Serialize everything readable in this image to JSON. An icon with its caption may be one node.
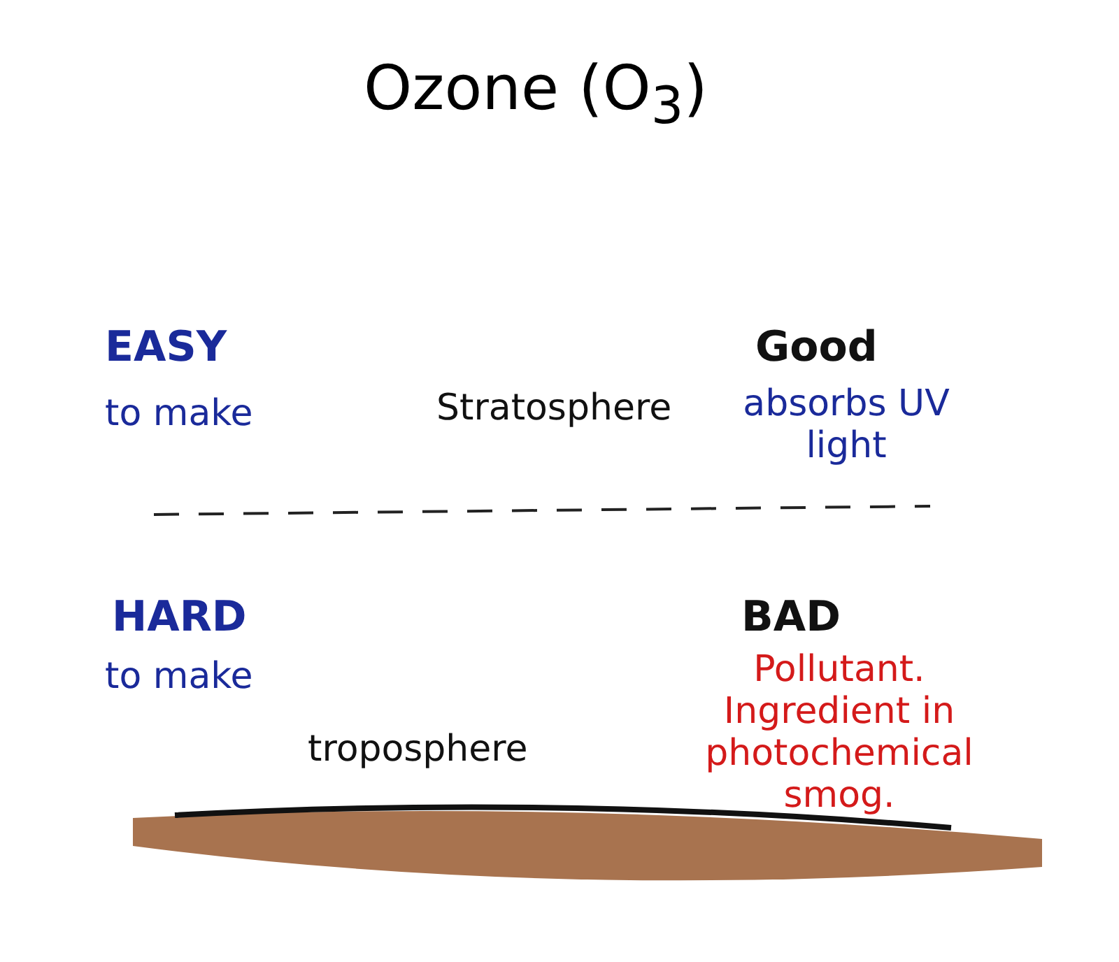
{
  "diagram": {
    "title": "Ozone (O$_{3}$)",
    "labels": [
      "EASY",
      "to make",
      "Stratosphere",
      "Good",
      "absorbs UV light",
      "HARD",
      "to make",
      "BAD",
      "troposphere",
      "Pollutant. Ingredient in photochemical smog."
    ]
  }
}
